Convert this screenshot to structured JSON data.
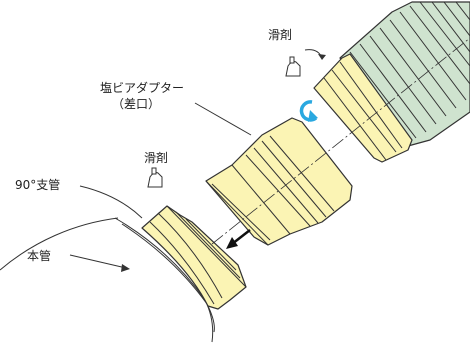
{
  "labels": {
    "lubricant_top": "滑剤",
    "lubricant_mid": "滑剤",
    "adapter_line1": "塩ビアダプター",
    "adapter_line2": "（差口）",
    "branch_pipe": "90°支管",
    "main_pipe": "本管"
  },
  "icons": {
    "lubricant": "lubricant-bottle-icon",
    "rotation": "rotate-arrow-icon",
    "insertion": "insert-arrow-icon"
  },
  "colors": {
    "fitting_fill": "#fbf4b4",
    "corrugated_fill": "#cfe3cf",
    "outline": "#333333",
    "rotation_arrow": "#2aa8e0",
    "insertion_arrow": "#111111",
    "main_pipe_fill": "#ffffff"
  }
}
